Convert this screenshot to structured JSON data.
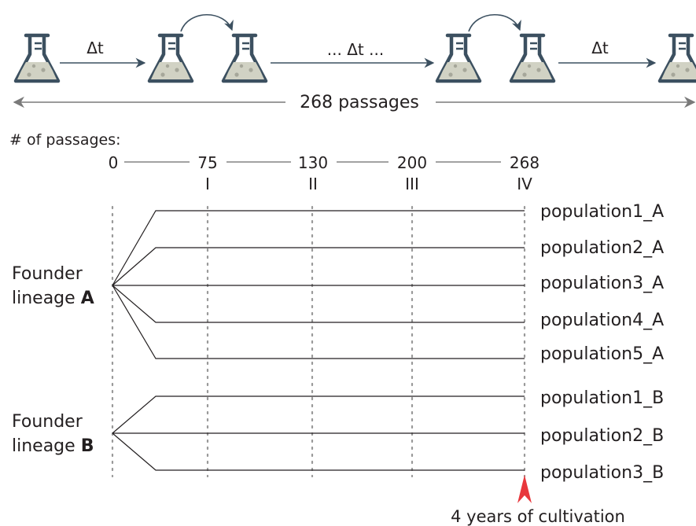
{
  "top": {
    "delta_label": "Δt",
    "middle_label": "... Δt ...",
    "total_label": "268 passages"
  },
  "passages": {
    "heading": "# of passages:",
    "ticks": [
      {
        "value": "0",
        "roman": ""
      },
      {
        "value": "75",
        "roman": "I"
      },
      {
        "value": "130",
        "roman": "II"
      },
      {
        "value": "200",
        "roman": "III"
      },
      {
        "value": "268",
        "roman": "IV"
      }
    ]
  },
  "lineages": [
    {
      "line1": "Founder",
      "line2_prefix": "lineage ",
      "letter": "A",
      "populations": [
        "population1_A",
        "population2_A",
        "population3_A",
        "population4_A",
        "population5_A"
      ]
    },
    {
      "line1": "Founder",
      "line2_prefix": "lineage ",
      "letter": "B",
      "populations": [
        "population1_B",
        "population2_B",
        "population3_B"
      ]
    }
  ],
  "bottom_note": "4 years of cultivation",
  "colors": {
    "flask_stroke": "#3c5060",
    "flask_fill": "#d1d2c4",
    "arrow": "#3c5060",
    "grey_arrow": "#7a7a7a",
    "dotted": "#999999",
    "marker": "#e8373c",
    "text": "#231f20"
  }
}
